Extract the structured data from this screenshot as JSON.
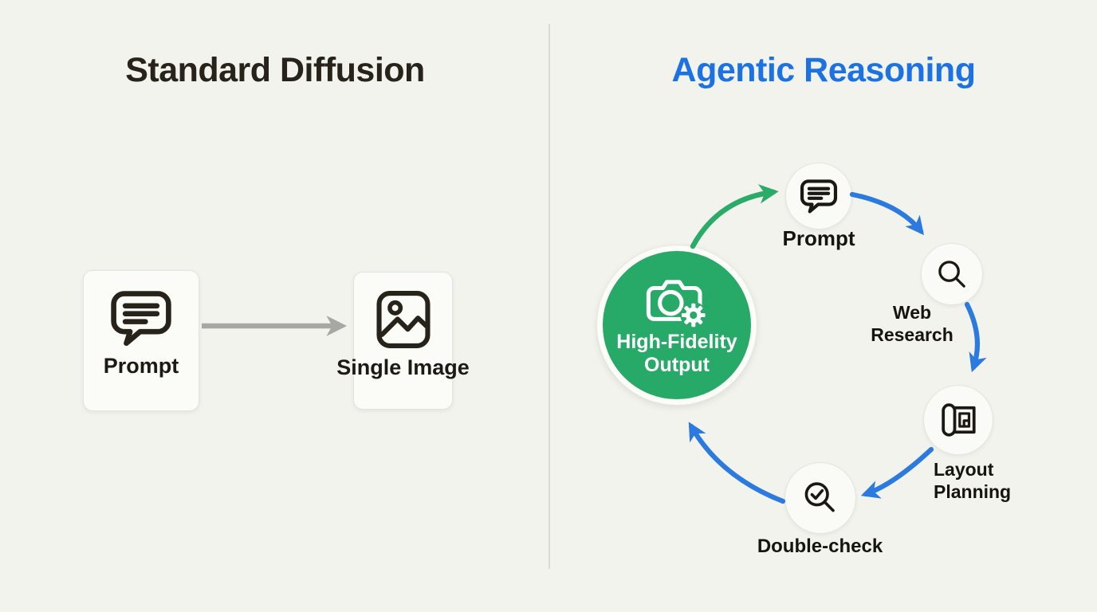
{
  "figure": {
    "background_color": "#F3F3EE",
    "divider_color": "#DBDBD4"
  },
  "left_panel": {
    "title": "Standard Diffusion",
    "title_color": "#27221A",
    "flow": {
      "prompt_card": {
        "label": "Prompt",
        "icon": "chat-bubble-icon"
      },
      "arrow": {
        "color": "#A7A7A3",
        "direction": "right"
      },
      "image_card": {
        "label": "Single Image",
        "icon": "picture-icon"
      }
    }
  },
  "right_panel": {
    "title": "Agentic Reasoning",
    "title_color": "#1D72E3",
    "cycle": {
      "output_node": {
        "label": "High-Fidelity Output",
        "icon": "camera-gear-icon",
        "fill_color": "#27A968",
        "text_color": "#FFFFFF"
      },
      "steps": [
        {
          "label": "Prompt",
          "icon": "chat-bubble-icon"
        },
        {
          "label": "Web Research",
          "icon": "search-icon"
        },
        {
          "label": "Layout Planning",
          "icon": "blueprint-icon"
        },
        {
          "label": "Double-check",
          "icon": "search-check-icon"
        }
      ],
      "arrows": {
        "blue_color": "#2B7AE0",
        "green_color": "#2BAB68",
        "connections": [
          "High-Fidelity Output → Prompt",
          "Prompt → Web Research",
          "Web Research → Layout Planning",
          "Layout Planning → Double-check",
          "Double-check → High-Fidelity Output"
        ]
      }
    }
  }
}
